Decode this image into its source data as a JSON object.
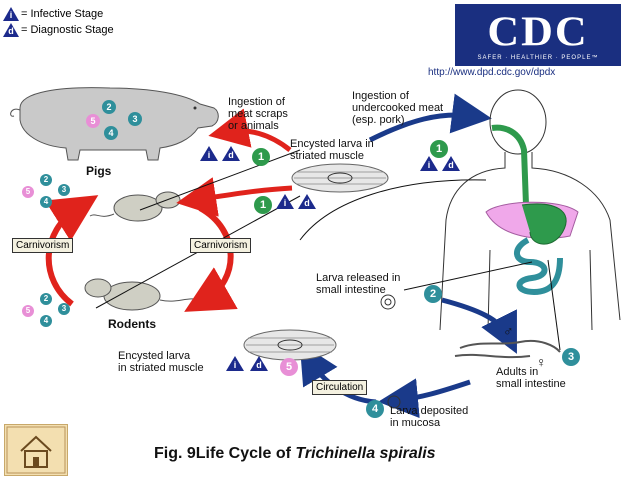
{
  "legend": {
    "items": [
      {
        "letter": "i",
        "text": "= Infective Stage"
      },
      {
        "letter": "d",
        "text": "= Diagnostic Stage"
      }
    ]
  },
  "logo": {
    "word": "CDC",
    "tagline": "SAFER · HEALTHIER · PEOPLE™"
  },
  "url": "http://www.dpd.cdc.gov/dpdx",
  "hosts": {
    "pigs": "Pigs",
    "rodents": "Rodents"
  },
  "labels": {
    "ingestion_scraps": "Ingestion of\nmeat scraps\nor animals",
    "ingestion_undercooked": "Ingestion of\nundercooked meat\n(esp. pork)",
    "encysted_upper": "Encysted larva in\nstriated muscle",
    "carnivorism_left": "Carnivorism",
    "carnivorism_right": "Carnivorism",
    "larva_released": "Larva released in\nsmall intestine",
    "adults": "Adults in\nsmall intestine",
    "encysted_lower": "Encysted larva\nin striated muscle",
    "circulation": "Circulation",
    "larva_deposited": "Larva deposited\nin mucosa"
  },
  "markers": {
    "i": "i",
    "d": "d",
    "stage1": "1",
    "stage2": "2",
    "stage3": "3",
    "stage4": "4",
    "stage5": "5"
  },
  "symbols": {
    "male": "♂",
    "female": "♀"
  },
  "colors": {
    "green": "#2e9a4c",
    "teal": "#2f8f9b",
    "blue": "#1c2a8c",
    "pink": "#e88fd6",
    "red": "#e0231c",
    "navy": "#1a3a8a"
  },
  "caption": {
    "prefix": "Fig. 9Life Cycle of ",
    "species": "Trichinella spiralis"
  },
  "home_icon": "home-icon"
}
